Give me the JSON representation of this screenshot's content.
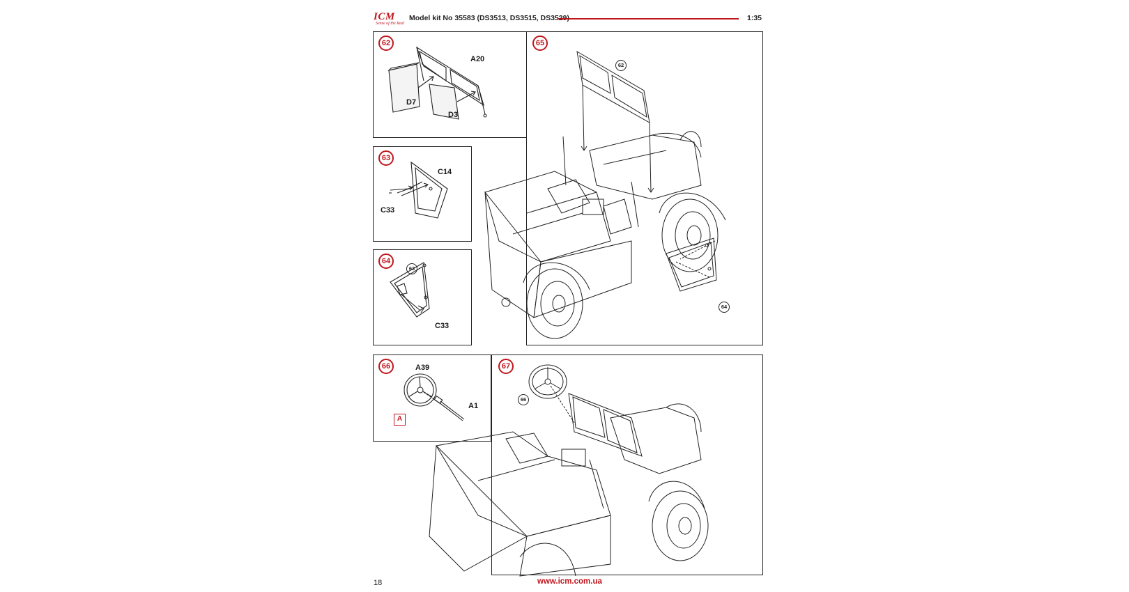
{
  "header": {
    "logo": "ICM",
    "logo_tagline": "Sense of the Real",
    "title": "Model kit No 35583 (DS3513, DS3515, DS3529)",
    "scale": "1:35",
    "accent_color": "#c0161d"
  },
  "steps": {
    "s62": {
      "number": "62",
      "parts": [
        "A20",
        "D7",
        "D3"
      ]
    },
    "s63": {
      "number": "63",
      "parts": [
        "C14",
        "C33"
      ]
    },
    "s64": {
      "number": "64",
      "ref": "63",
      "parts": [
        "C33"
      ]
    },
    "s65": {
      "number": "65",
      "refs": [
        "62",
        "64"
      ]
    },
    "s66": {
      "number": "66",
      "parts": [
        "A39",
        "A1"
      ],
      "paint_code": "A"
    },
    "s67": {
      "number": "67",
      "ref": "66"
    }
  },
  "footer": {
    "page_number": "18",
    "url": "www.icm.com.ua"
  }
}
